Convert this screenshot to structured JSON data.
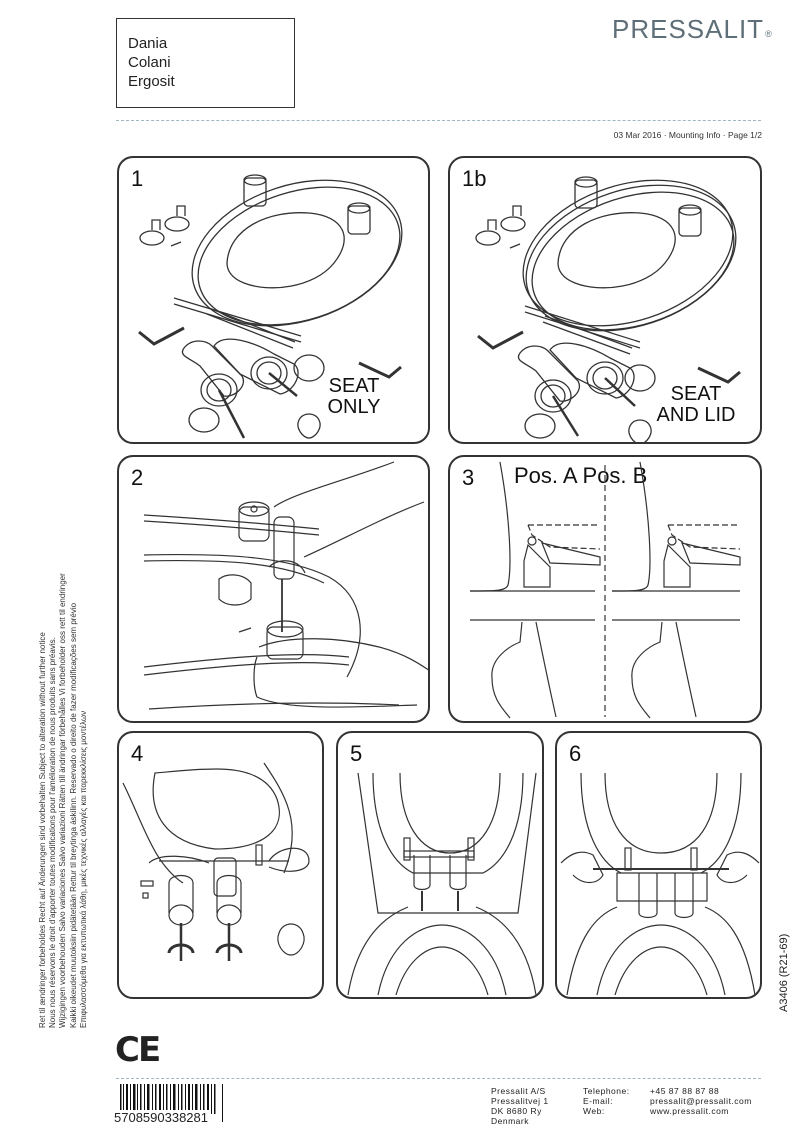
{
  "header": {
    "products": [
      "Dania",
      "Colani",
      "Ergosit"
    ],
    "brand": "PRESSALIT",
    "brand_mark": "®",
    "meta_line": "03 Mar 2016 · Mounting Info · Page 1/2"
  },
  "steps": [
    {
      "number": "1",
      "caption_lines": [
        "SEAT",
        "ONLY"
      ],
      "illustration": "exploded-parts-seat-only"
    },
    {
      "number": "1b",
      "caption_lines": [
        "SEAT",
        "AND LID"
      ],
      "illustration": "exploded-parts-seat-and-lid"
    },
    {
      "number": "2",
      "illustration": "screwdriver-fixing-hinge-bushing"
    },
    {
      "number": "3",
      "positions": [
        "Pos. A",
        "Pos. B"
      ],
      "illustration": "hinge-position-a-b"
    },
    {
      "number": "4",
      "illustration": "mounting-hinges-to-bowl"
    },
    {
      "number": "5",
      "illustration": "seat-placed-on-bowl"
    },
    {
      "number": "6",
      "illustration": "tightening-hinge-rod"
    }
  ],
  "disclaimer_lines": [
    "Ret til ændringer forbeholdes  Recht auf Änderungen sind vorbehalten  Subject to alteration without further notice",
    "Nous nous réservons le droit d'apporter toutes modifications pour l'amélioration de nous produits sans préavis.",
    "Wijzigingen voorbehouden  Salvo variaciones  Salvo variazioni  Rätten till ändringar förbehålles  Vi forbeholder oss rett til endringer",
    "Kaikki oikeudet muutoksiin pidätetään  Rettur til breytinga áskilinn. Reservado o direito de fazer modificações sem prévio",
    "Επιφυλασσόμεθα για εκτυπωτικά λάθη, μικές τεχνικές αλλαγές και παρεκκλίσεις μοντέλων"
  ],
  "document_id": "A3406  (R21-69)",
  "footer": {
    "ce_mark": "CE",
    "barcode_number": "5708590338281",
    "company": [
      "Pressalit A/S",
      "Pressalitvej 1",
      "DK 8680 Ry",
      "Denmark"
    ],
    "contact_labels": [
      "Telephone:",
      "E-mail:",
      "Web:"
    ],
    "contact_values": [
      "+45 87 88 87 88",
      "pressalit@pressalit.com",
      "www.pressalit.com"
    ]
  },
  "colors": {
    "brand": "#5f6f78",
    "divider": "#9fb7c0",
    "line": "#333333"
  }
}
